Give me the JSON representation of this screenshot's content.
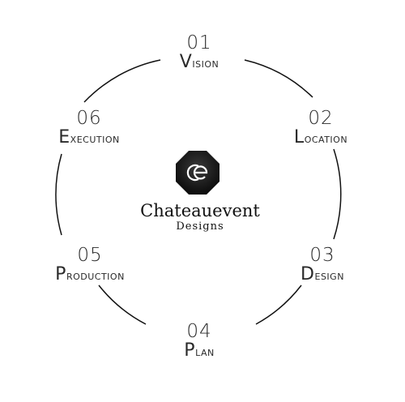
{
  "steps": [
    {
      "num": "01",
      "label": "Vision"
    },
    {
      "num": "02",
      "label": "Location"
    },
    {
      "num": "03",
      "label": "Design"
    },
    {
      "num": "04",
      "label": "Plan"
    },
    {
      "num": "05",
      "label": "Production"
    },
    {
      "num": "06",
      "label": "Execution"
    }
  ],
  "logo": {
    "name": "Chateauevent",
    "sub": "Designs"
  },
  "colors": {
    "ring": "#111111",
    "text": "#2a2a2a",
    "emblem": "#1a1a1a"
  }
}
